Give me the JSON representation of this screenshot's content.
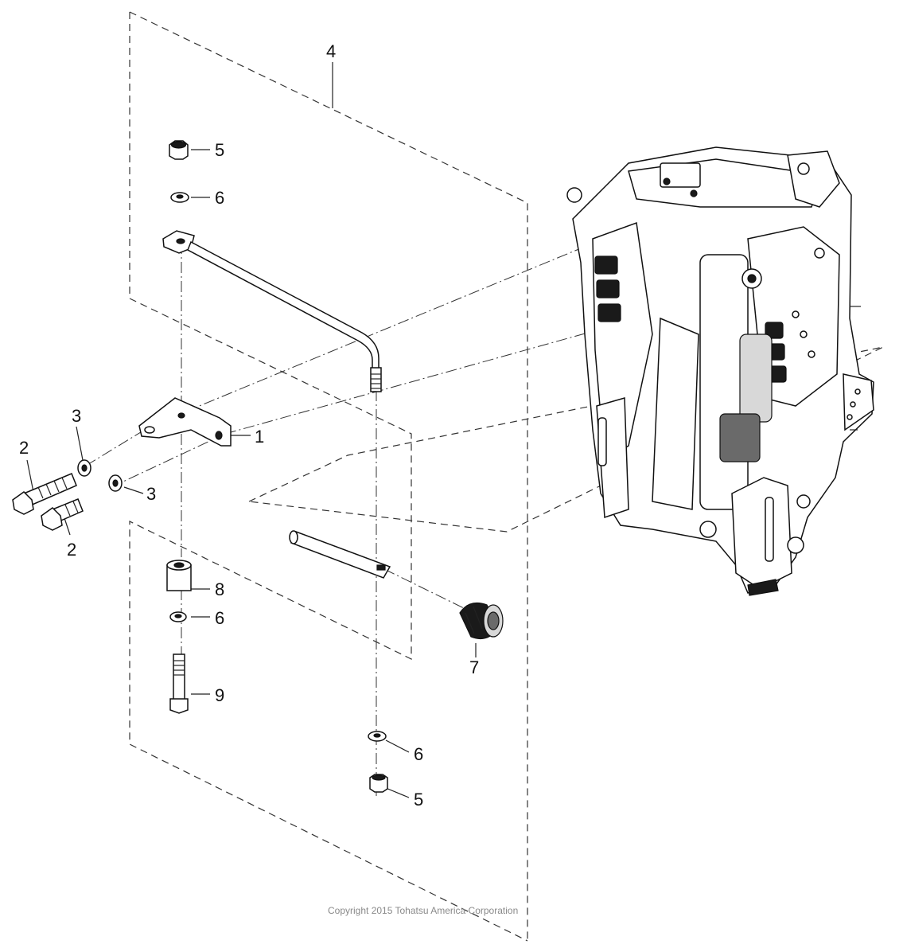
{
  "callouts": {
    "c1": "1",
    "c2a": "2",
    "c2b": "2",
    "c3a": "3",
    "c3b": "3",
    "c4": "4",
    "c5a": "5",
    "c5b": "5",
    "c6a": "6",
    "c6b": "6",
    "c6c": "6",
    "c7": "7",
    "c8": "8",
    "c9": "9"
  },
  "copyright": "Copyright 2015 Tohatsu America Corporation"
}
